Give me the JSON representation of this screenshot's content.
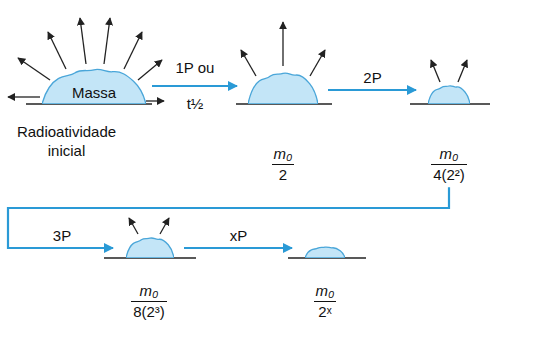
{
  "diagram": {
    "nodes": [
      {
        "text": [
          "Massa",
          "Radioatividade inicial"
        ]
      },
      {
        "text": [
          "m₀",
          "2"
        ]
      },
      {
        "text": [
          "m₀",
          "4(2²)"
        ]
      },
      {
        "text": [
          "m₀",
          "8(2³)"
        ]
      },
      {
        "text": [
          "m₀",
          "2ˣ"
        ]
      }
    ],
    "edges": [
      {
        "from": 0,
        "to": 1,
        "arrow": "to",
        "label": "1P ou t½"
      },
      {
        "from": 1,
        "to": 2,
        "arrow": "to",
        "label": "2P"
      },
      {
        "from": 2,
        "to": 3,
        "arrow": "to",
        "label": "3P"
      },
      {
        "from": 3,
        "to": 4,
        "arrow": "to",
        "label": "xP"
      }
    ]
  }
}
